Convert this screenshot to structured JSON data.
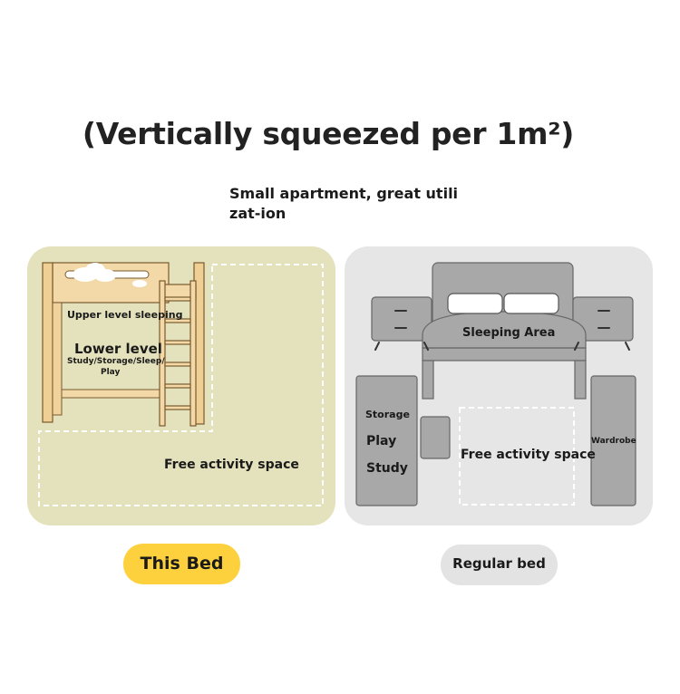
{
  "heading": {
    "title": "(Vertically squeezed per 1m²)",
    "subtitle": "Small apartment, great utilizat-ion"
  },
  "this_bed_panel": {
    "upper_label": "Upper level sleeping",
    "lower_title": "Lower level",
    "lower_line1": "Study/Storage/Sleep/",
    "lower_line2": "Play",
    "free_space": "Free activity space"
  },
  "regular_bed_panel": {
    "sleeping_area": "Sleeping Area",
    "storage": "Storage",
    "play": "Play",
    "study": "Study",
    "free_space": "Free activity space",
    "wardrobe": "Wardrobe"
  },
  "buttons": {
    "this_bed": "This Bed",
    "regular_bed": "Regular bed"
  },
  "colors": {
    "left_panel": "#e4e2bc",
    "right_panel": "#e6e6e6",
    "wood": "#f3d9a8",
    "furniture": "#a8a8a8",
    "highlight_pill": "#fdd13e"
  }
}
